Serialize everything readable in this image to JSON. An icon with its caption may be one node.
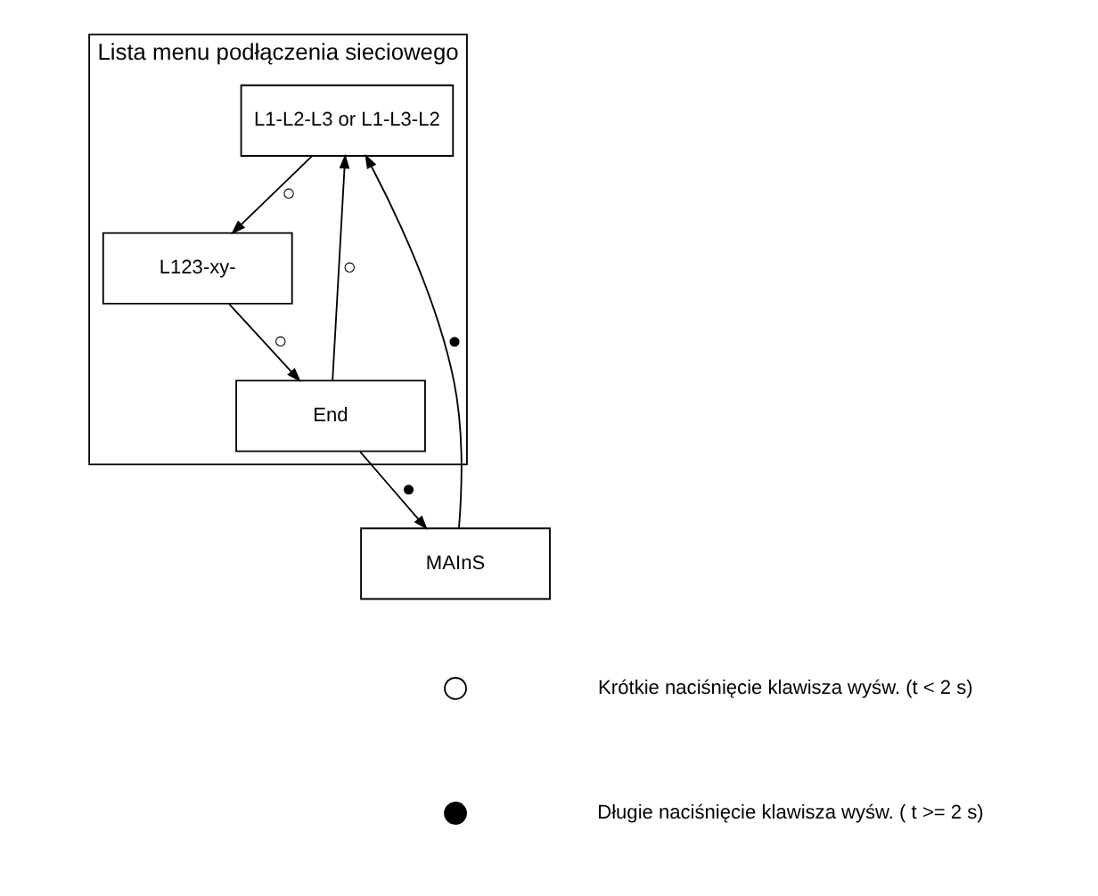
{
  "diagram": {
    "nodes": [
      {
        "text": [
          "MAInS"
        ]
      },
      {
        "text": [
          "Lista menu podłączenia sieciowego"
        ]
      },
      {
        "text": [
          "L1-L2-L3 or L1-L3-L2"
        ],
        "in": 1
      },
      {
        "text": [
          "L123-xy-"
        ],
        "in": 1
      },
      {
        "text": [
          "End"
        ],
        "in": 1
      }
    ],
    "edges": [
      {
        "from": 0,
        "to": 2,
        "arrow": "to",
        "label": "●"
      },
      {
        "from": 2,
        "to": 3,
        "arrow": "to",
        "label": "○"
      },
      {
        "from": 3,
        "to": 4,
        "arrow": "to",
        "label": "○"
      },
      {
        "from": 4,
        "to": 0,
        "arrow": "to",
        "label": "●"
      },
      {
        "from": 4,
        "to": 2,
        "arrow": "to",
        "label": "○"
      }
    ],
    "legend": [
      {
        "text": "Krótkie naciśnięcie klawisza wyśw. (t < 2 s)"
      },
      {
        "text": "Długie naciśnięcie klawisza wyśw. ( t >= 2 s)"
      }
    ]
  }
}
